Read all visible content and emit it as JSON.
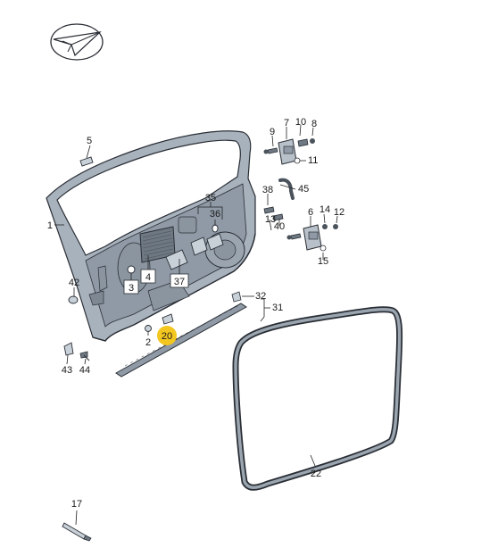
{
  "colors": {
    "frame_fill": "#a8b2bd",
    "frame_dark": "#7d8893",
    "frame_light": "#c8d0d8",
    "outline": "#2a2e35",
    "highlight": "#f3c620",
    "seal": "#707a84"
  },
  "icons": {
    "logo": "paper-plane-in-circle-icon"
  },
  "callouts": {
    "c1": "1",
    "c2": "2",
    "c3": "3",
    "c4": "4",
    "c5": "5",
    "c6": "6",
    "c7": "7",
    "c8": "8",
    "c9": "9",
    "c10": "10",
    "c11": "11",
    "c12": "12",
    "c13": "13",
    "c14": "14",
    "c15": "15",
    "c17": "17",
    "c20": "20",
    "c22": "22",
    "c31": "31",
    "c32": "32",
    "c35": "35",
    "c36": "36",
    "c37": "37",
    "c38": "38",
    "c40": "40",
    "c42": "42",
    "c43": "43",
    "c44": "44",
    "c45": "45"
  }
}
